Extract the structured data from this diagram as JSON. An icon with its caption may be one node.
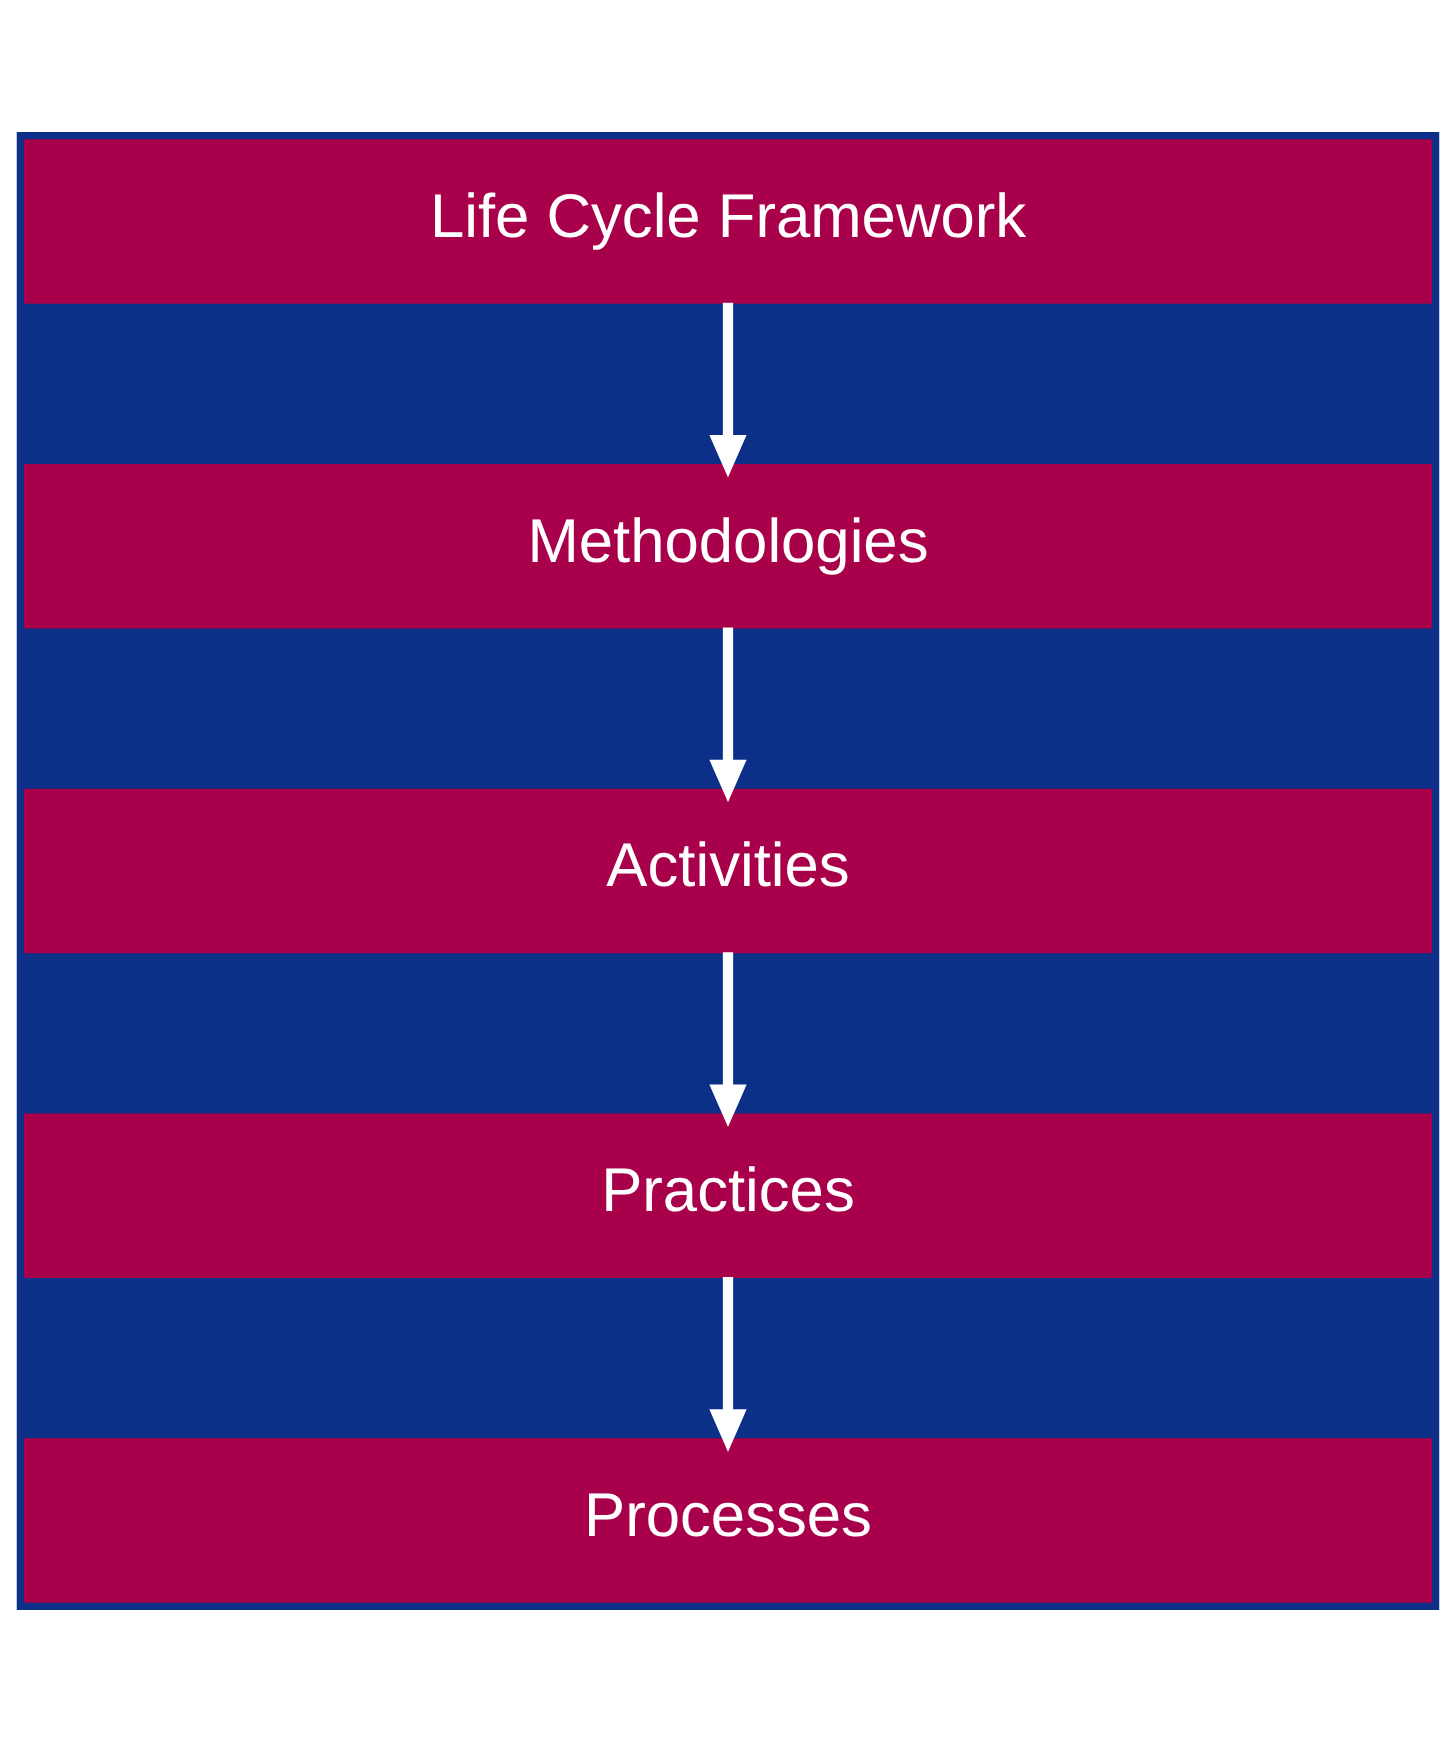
{
  "diagram": {
    "nodes": [
      {
        "text": [
          "Life Cycle Framework"
        ]
      },
      {
        "text": [
          "Methodologies"
        ]
      },
      {
        "text": [
          "Activities"
        ]
      },
      {
        "text": [
          "Practices"
        ]
      },
      {
        "text": [
          "Processes"
        ]
      }
    ],
    "edges": [
      {
        "from": 0,
        "to": 1,
        "arrow": "to"
      },
      {
        "from": 1,
        "to": 2,
        "arrow": "to"
      },
      {
        "from": 2,
        "to": 3,
        "arrow": "to"
      },
      {
        "from": 3,
        "to": 4,
        "arrow": "to"
      }
    ]
  }
}
